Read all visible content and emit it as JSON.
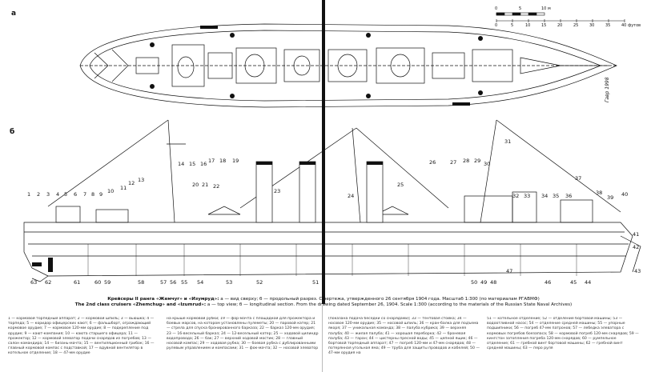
{
  "figure_labels": {
    "top_view": "a",
    "section": "б"
  },
  "scale_bar": {
    "top_ticks": [
      "0",
      "5",
      "10 м"
    ],
    "bottom_ticks": [
      "0",
      "5",
      "10",
      "15",
      "20",
      "25",
      "30",
      "35",
      "40 футов"
    ]
  },
  "signature": "Гавр 1998",
  "part_numbers": {
    "upper": [
      {
        "n": "1"
      },
      {
        "n": "2"
      },
      {
        "n": "3"
      },
      {
        "n": "4"
      },
      {
        "n": "5"
      },
      {
        "n": "6"
      },
      {
        "n": "7"
      },
      {
        "n": "8"
      },
      {
        "n": "9"
      },
      {
        "n": "10"
      },
      {
        "n": "11"
      },
      {
        "n": "12"
      },
      {
        "n": "13"
      },
      {
        "n": "14"
      },
      {
        "n": "15"
      },
      {
        "n": "16"
      },
      {
        "n": "17"
      },
      {
        "n": "18"
      },
      {
        "n": "19"
      },
      {
        "n": "20"
      },
      {
        "n": "21"
      },
      {
        "n": "22"
      },
      {
        "n": "23"
      },
      {
        "n": "24"
      },
      {
        "n": "25"
      },
      {
        "n": "26"
      },
      {
        "n": "27"
      },
      {
        "n": "28"
      },
      {
        "n": "29"
      },
      {
        "n": "30"
      },
      {
        "n": "31"
      },
      {
        "n": "32"
      },
      {
        "n": "33"
      },
      {
        "n": "34"
      },
      {
        "n": "35"
      },
      {
        "n": "36"
      },
      {
        "n": "37"
      },
      {
        "n": "38"
      },
      {
        "n": "39"
      },
      {
        "n": "40"
      },
      {
        "n": "41"
      },
      {
        "n": "42"
      },
      {
        "n": "43"
      }
    ],
    "lower": [
      {
        "n": "63"
      },
      {
        "n": "62"
      },
      {
        "n": "61"
      },
      {
        "n": "60"
      },
      {
        "n": "59"
      },
      {
        "n": "58"
      },
      {
        "n": "57"
      },
      {
        "n": "56"
      },
      {
        "n": "55"
      },
      {
        "n": "54"
      },
      {
        "n": "53"
      },
      {
        "n": "52"
      },
      {
        "n": "51"
      },
      {
        "n": "50"
      },
      {
        "n": "49"
      },
      {
        "n": "48"
      },
      {
        "n": "47"
      },
      {
        "n": "46"
      },
      {
        "n": "45"
      },
      {
        "n": "44"
      }
    ]
  },
  "caption": {
    "ru_bold": "Крейсеры II ранга «Жемчуг» и «Изумруд»:",
    "ru_rest": "а — вид сверху; б — продольный разрез. С чертежа, утвержденного 26 сентября 1904 года. Масштаб 1:300",
    "ru_source": "(по материалам РГАВМФ)",
    "en_bold": "The 2nd class cruisers «Zhemchug» and «Izumrud»:",
    "en_rest": "a — top view; б — longitudinal section. From the drawing dated September 26, 1904. Scale 1:300",
    "en_source": "(according to the materials of the Russian State Naval Archives)"
  },
  "legend_columns": [
    "1 — кормовой торпедный аппарат; 2 — кормовой шпиль; 3 — вьюшка; 4 — торпеда; 5 — коридор офицерских кают; 6 — фальшборт, ограждающий кормовое орудие; 7 — кормовое 120-мм орудие; 8 — подкрепление под орудие; 9 — кают-компания; 10 — каюта старшего офицера; 11 — прожектор; 12 — кормовой элеватор подачи снарядов из погребов; 13 — салон командира; 14 — бизань-мачта; 15 — вентиляционный грибок; 16 — главный кормовой компас с подставкой; 17 — вдувной вентилятор в котельное отделение; 18 — 47-мм орудие",
    "на крыше кормовой рубки; 19 — фор-мачта с площадкой для прожектора и боевых марсов, на котором установлены пулеметы; 20 — паровой катер; 21 — стрела для спуска бронированного барказа; 22 — барказ 120-мм орудия; 23 — 16-весельный барказ; 24 — 12-весельный катер; 25 — ходовой цилиндр водопровода; 26 — бак; 27 — верхний ходовой мостик; 28 — главный носовой компас; 29 — ходовая рубка; 30 — боевая рубка с дублированными рулевым управлением и компасами; 31 — фок-мачта; 32 — носовой элеватор",
    "(показана подача беседки со снарядами); 33 — тентовая стойка; 34 — носовое 120-мм орудие; 35 — носовой шпиль; 36 — кран-балка для подъема якоря; 37 — уникальная команда; 38 — палуба кубрика; 39 — верхняя палуба; 40 — жилая палуба; 41 — хорошая переборка; 42 — броневая палуба; 43 — таран; 44 — цистерны пресной воды; 45 — цепной ящик; 46 — бортовой торпедный аппарат; 47 — погреб 120-мм и 47-мм снарядов; 48 — потерянная угольная яма; 49 — труба для защиты проводов и кабелей; 50 — 47-мм орудия на",
    "51 — котельное отделение; 52 — отделение бортовой машины; 53 — водоотливной насос; 54 — отделение средней машины; 55 — упорные подшипники; 56 — погреб 47-мм патронов; 57 — лебедка элеватора с кормовых погребов боезапаса; 58 — кормовой погреб 120-мм снарядов; 59 — кингстон затопления погреба 120-мм снарядов; 60 — румпельное отделение; 61 — гребной винт бортовой машины; 62 — гребной винт средней машины; 63 — перо руля"
  ]
}
